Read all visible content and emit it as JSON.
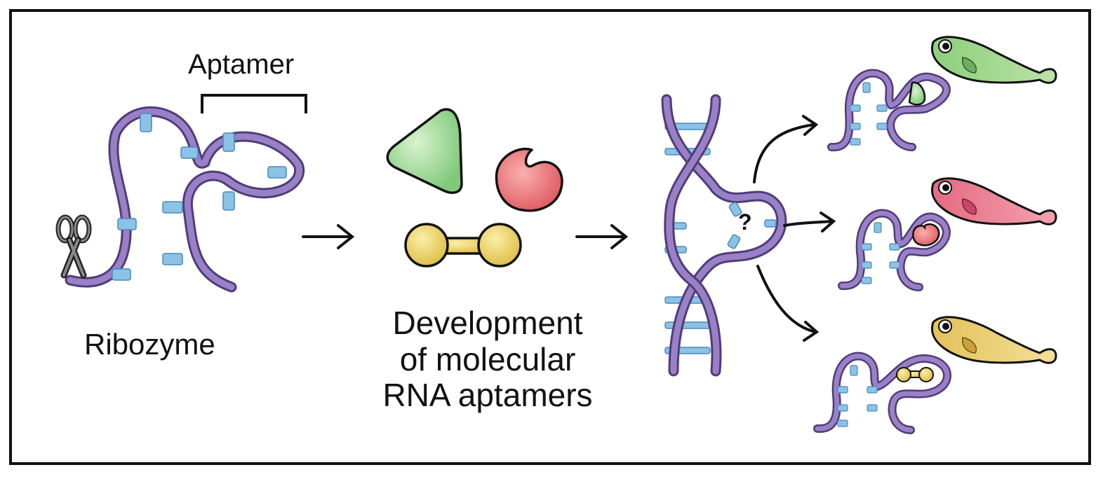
{
  "labels": {
    "aptamer": "Aptamer",
    "ribozyme": "Ribozyme",
    "development": [
      "Development",
      "of molecular",
      "RNA aptamers"
    ],
    "question": "?"
  },
  "colors": {
    "frame": "#111111",
    "rna_strand": "#9a80c6",
    "rna_strand_dark": "#4e3d78",
    "base": "#8cc2e6",
    "green_ligand": "#9fd89a",
    "red_ligand": "#e96a6e",
    "yellow_ligand": "#e9cc5e",
    "scissors": "#777777"
  },
  "icons": [
    "scissors-icon",
    "zebrafish-green-icon",
    "zebrafish-red-icon",
    "zebrafish-yellow-icon"
  ]
}
